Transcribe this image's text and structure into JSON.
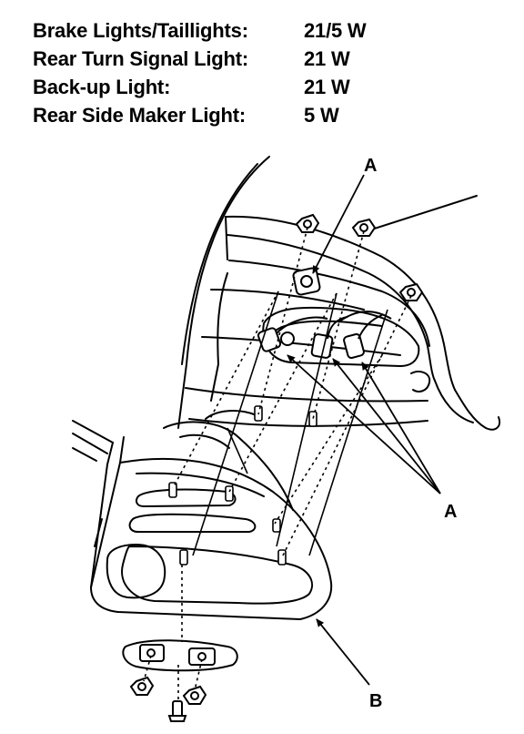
{
  "specs": [
    {
      "label": "Brake Lights/Taillights:",
      "value": "21/5 W"
    },
    {
      "label": "Rear Turn Signal Light:",
      "value": "21 W"
    },
    {
      "label": "Back-up Light:",
      "value": "21 W"
    },
    {
      "label": "Rear Side Maker Light:",
      "value": "5 W"
    }
  ],
  "callouts": {
    "a_top": "A",
    "a_right": "A",
    "b_bottom": "B"
  }
}
